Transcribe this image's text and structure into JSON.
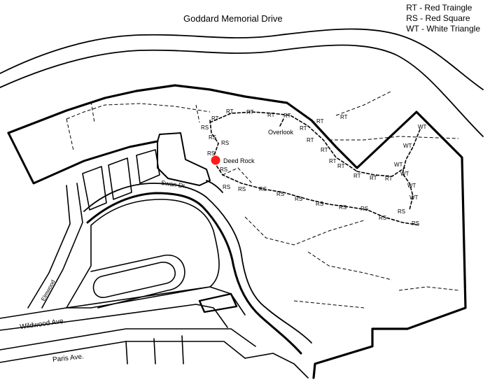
{
  "legend": [
    "RT - Red Traingle",
    "RS - Red Square",
    "WT - White Triangle"
  ],
  "roads": {
    "top": "Goddard Memorial Drive",
    "swan": "Swan Dr.",
    "elmwood": "Elmwood",
    "wildwood": "Wildwood Ave.",
    "paris": "Paris Ave."
  },
  "poi": {
    "deed_rock": "Deed Rock",
    "overlook": "Overlook",
    "deed_rock_color": "#ff1a1a"
  },
  "markers": {
    "rt": "RT",
    "rs": "RS",
    "wt": "WT"
  }
}
